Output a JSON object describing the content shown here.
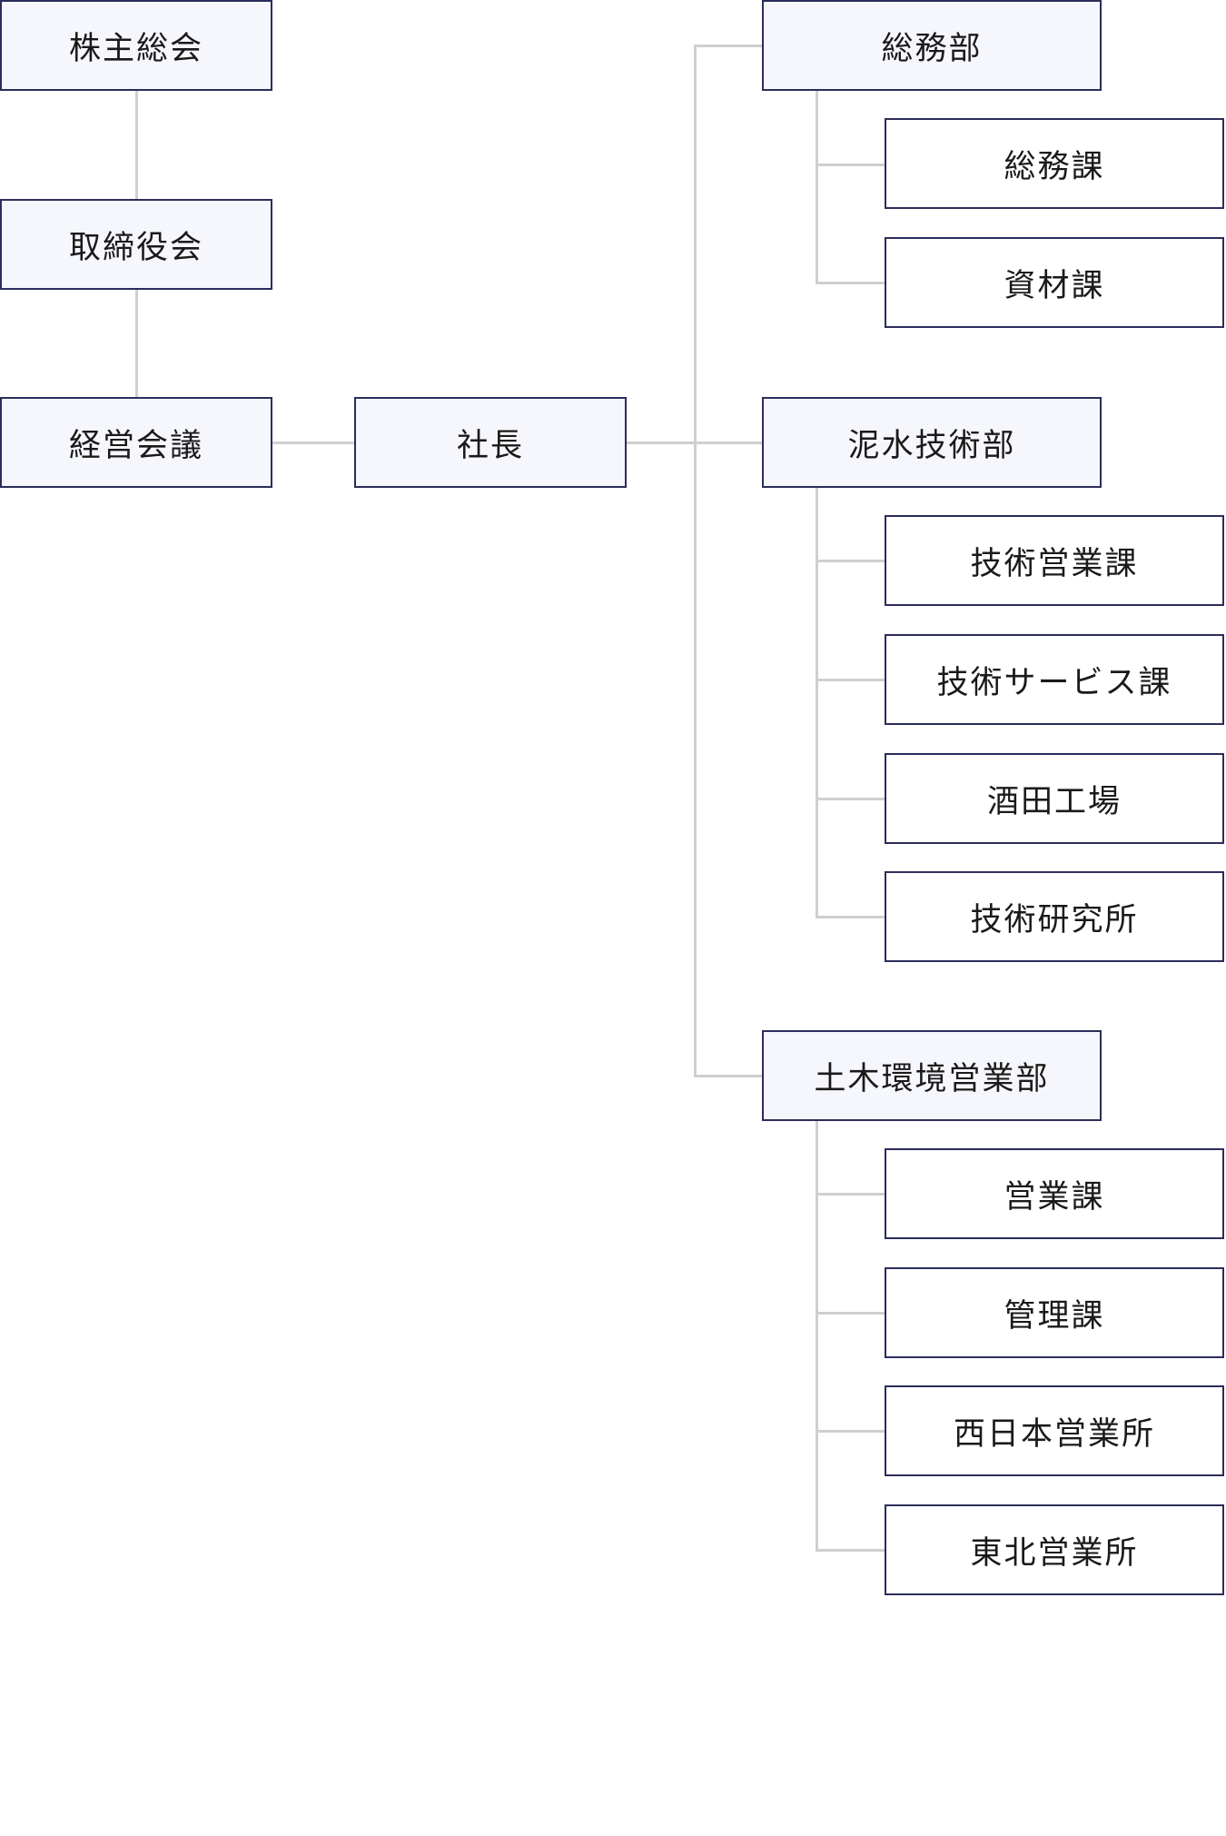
{
  "governance": {
    "shareholders": "株主総会",
    "board": "取締役会",
    "management_meeting": "経営会議",
    "president": "社長"
  },
  "departments": [
    {
      "name": "総務部",
      "sections": [
        "総務課",
        "資材課"
      ]
    },
    {
      "name": "泥水技術部",
      "sections": [
        "技術営業課",
        "技術サービス課",
        "酒田工場",
        "技術研究所"
      ]
    },
    {
      "name": "土木環境営業部",
      "sections": [
        "営業課",
        "管理課",
        "西日本営業所",
        "東北営業所"
      ]
    }
  ],
  "colors": {
    "border": "#2b2d5a",
    "fill": "#f6f7fc",
    "connector": "#cfcfcf"
  }
}
